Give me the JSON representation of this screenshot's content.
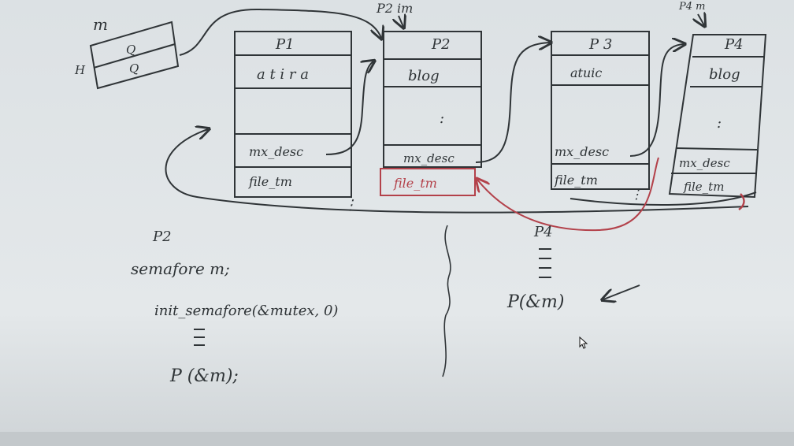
{
  "colors": {
    "board": "#dde2e5",
    "ink": "#2f3437",
    "red_ink": "#b3414a",
    "pointer": "#ffffff"
  },
  "mutex_label": "m",
  "mutex_field_top": "Q",
  "mutex_field_bottom": "Q",
  "mutex_side_label": "H",
  "p2_arrow_label": "P2 im",
  "p4_arrow_label": "P4 m",
  "processes": [
    {
      "name": "P1",
      "field1": "a t i r a",
      "dots": "",
      "field_desc": "mx_desc",
      "field_last": "file_tm",
      "tail": "⋮"
    },
    {
      "name": "P2",
      "field1": "blog",
      "dots": ":",
      "field_desc": "mx_desc",
      "field_last": "file_tm",
      "tail": ""
    },
    {
      "name": "P 3",
      "field1": "atuic",
      "dots": "",
      "field_desc": "mx_desc",
      "field_last": "file_tm",
      "tail": "⋮"
    },
    {
      "name": "P4",
      "field1": "blog",
      "dots": ":",
      "field_desc": "mx_desc",
      "field_last": "file_tm",
      "tail": ""
    }
  ],
  "code": {
    "title": "P2",
    "line1": "semafore m;",
    "line2": "init_semafore(&mutex, 0)",
    "line3": "P (&m);"
  },
  "right_note": {
    "label": "P4",
    "call": "P(&m)"
  }
}
